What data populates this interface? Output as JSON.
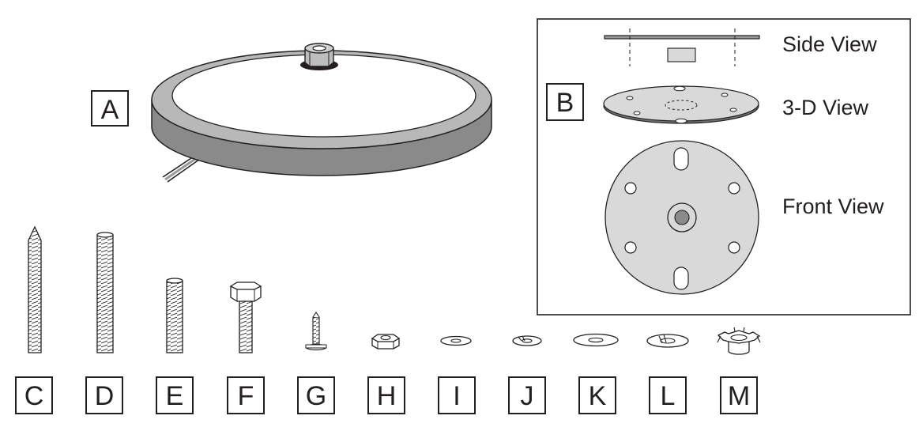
{
  "parts": {
    "A": "A",
    "B": "B",
    "C": "C",
    "D": "D",
    "E": "E",
    "F": "F",
    "G": "G",
    "H": "H",
    "I": "I",
    "J": "J",
    "K": "K",
    "L": "L",
    "M": "M"
  },
  "panel_b": {
    "side_view": "Side View",
    "three_d_view": "3-D View",
    "front_view": "Front View"
  },
  "colors": {
    "stroke": "#231f20",
    "fill_light": "#ffffff",
    "fill_gray": "#bdbdbd",
    "fill_dark": "#8a8a8a",
    "panel_fill": "#d9d9d9"
  }
}
